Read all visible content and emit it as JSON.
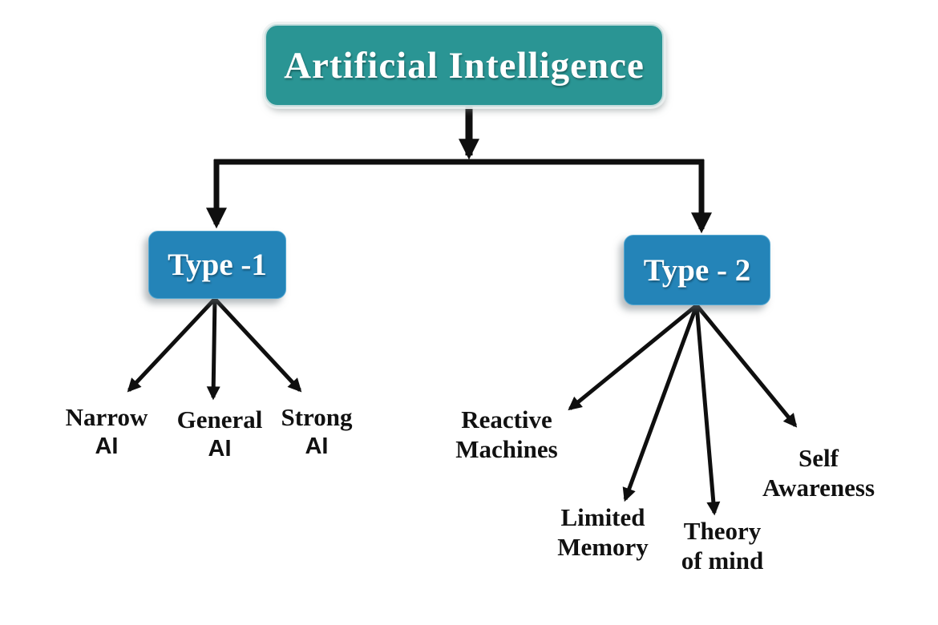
{
  "title": "Artificial Intelligence types flowchart",
  "colors": {
    "root_bg": "#2a9594",
    "root_border": "#c2dcdc",
    "type_bg": "#2484b8",
    "type_border": "#54a8d2",
    "arrow": "#0f0f0f",
    "label_text": "#111111",
    "box_text": "#ffffff",
    "background": "#ffffff"
  },
  "tree": {
    "root": {
      "label": "Artificial Intelligence"
    },
    "branches": [
      {
        "label": "Type -1",
        "children": [
          {
            "line1": "Narrow",
            "line2": "AI"
          },
          {
            "line1": "General",
            "line2": "AI"
          },
          {
            "line1": "Strong",
            "line2": "AI"
          }
        ]
      },
      {
        "label": "Type - 2",
        "children": [
          {
            "line1": "Reactive",
            "line2": "Machines"
          },
          {
            "line1": "Limited",
            "line2": "Memory"
          },
          {
            "line1": "Theory",
            "line2": "of mind"
          },
          {
            "line1": "Self",
            "line2": "Awareness"
          }
        ]
      }
    ]
  }
}
